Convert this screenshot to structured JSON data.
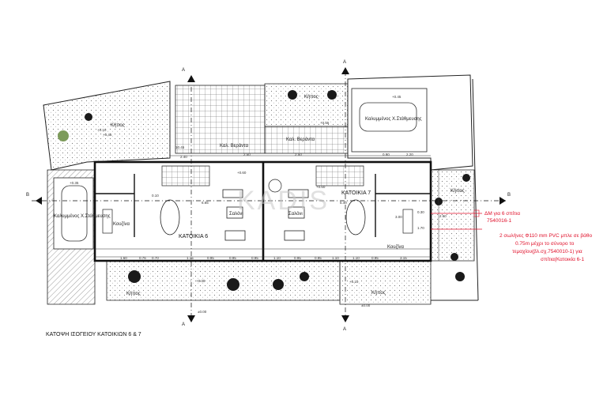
{
  "title": "ΚΑΤΟΨΗ ΙΣΟΓΕΙΟΥ ΚΑΤΟΙΚΙΩΝ 6 & 7",
  "section_markers": [
    "A",
    "A",
    "A",
    "A",
    "B",
    "B"
  ],
  "levels": [
    "+0.45",
    "+0.55",
    "+0.60",
    "+0.60",
    "+0.35",
    "+0.45",
    "+0.10",
    "+0.30",
    "±0.00",
    "±0.00",
    "+0.10"
  ],
  "rooms": {
    "garden_nw": "Κήπος",
    "garden_ne": "Κήπος",
    "garden_sw": "Κήπος",
    "garden_se": "Κήπος",
    "garden_e": "Κήπος",
    "parking_top": "Καλυμμένος Χ.Στάθμευσης",
    "parking_left": "Καλυμμένος Χ.Στάθμευσης",
    "veranda_1": "Καλ. Βεράντα",
    "veranda_2": "Καλ. Βεράντα",
    "house_6": "ΚΑΤΟΙΚΙΑ 6",
    "house_7": "ΚΑΤΟΙΚΙΑ 7",
    "kitchen_6": "Κουζίνα",
    "kitchen_7": "Κουζίνα",
    "living_6": "Σαλόνι",
    "living_7": "Σαλόνι"
  },
  "dims_top": [
    "10.45",
    "2.40",
    "2.50",
    "2.50",
    "0.90",
    "2.20"
  ],
  "dims_bottom": [
    "1.60",
    "0.76",
    "0.70",
    "1.15",
    "0.95",
    "0.95",
    "0.95",
    "1.10",
    "0.95",
    "0.95",
    "1.10",
    "1.10",
    "0.95",
    "3.15"
  ],
  "dims_inner": [
    "6.65",
    "0.10",
    "3.00",
    "5.40",
    "0.30",
    "2.60",
    "1.70"
  ],
  "watermark": "KADIS",
  "annotations": {
    "note_1a": "ΔΜ για 6 σπίτια",
    "note_1b": "7540016-1",
    "note_2a": "2 σωλήνες Φ110 mm PVC μπλε σε βάθο",
    "note_2b": "0.75m μέχρι το σύνορο το",
    "note_2c": "τεμαχίου(βλ.σχ.7540010-1) για",
    "note_2d": "σπίτια(Κατοικία 6-1"
  },
  "colors": {
    "annotation": "#e0112b",
    "line": "#1a1a1a",
    "hatch": "#8a8a8a"
  }
}
